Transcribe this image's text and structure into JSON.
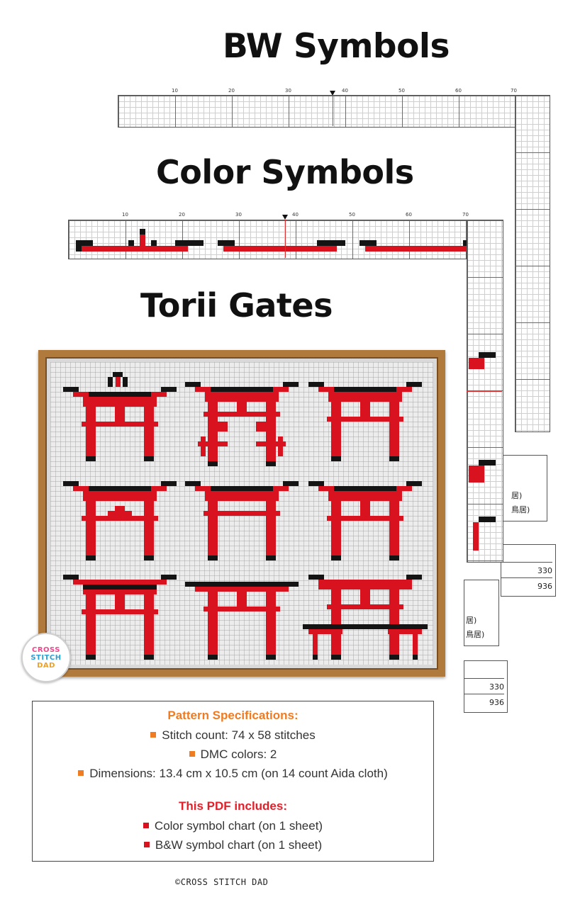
{
  "headings": {
    "bw": "BW Symbols",
    "color": "Color Symbols",
    "torii": "Torii Gates"
  },
  "bw_chart": {
    "ruler_numbers": [
      "10",
      "20",
      "30",
      "40",
      "50",
      "60",
      "70"
    ]
  },
  "color_chart": {
    "ruler_numbers": [
      "10",
      "20",
      "30",
      "40",
      "50",
      "60",
      "70"
    ]
  },
  "key_tables": {
    "bw": {
      "lines": [
        "居)",
        "鳥居)"
      ],
      "values": [
        "330",
        "936"
      ]
    },
    "color": {
      "lines": [
        "居)",
        "鳥居)"
      ],
      "values": [
        "330",
        "936"
      ]
    }
  },
  "logo": {
    "line1": "CROSS",
    "line2": "STITCH",
    "line3": "DAD"
  },
  "specs": {
    "title": "Pattern Specifications:",
    "items": [
      "Stitch count: 74 x 58 stitches",
      "DMC colors: 2",
      "Dimensions: 13.4 cm x 10.5 cm (on 14 count Aida cloth)"
    ],
    "pdf_title": "This PDF includes:",
    "pdf_items": [
      "Color symbol chart (on 1 sheet)",
      "B&W symbol chart (on 1 sheet)"
    ]
  },
  "footer": "©CROSS STITCH DAD",
  "colors": {
    "accent_orange": "#ef7b22",
    "accent_red": "#e2202a",
    "thread_red": "#d8121e",
    "thread_black": "#141414",
    "frame_wood": "#b07a3c"
  }
}
